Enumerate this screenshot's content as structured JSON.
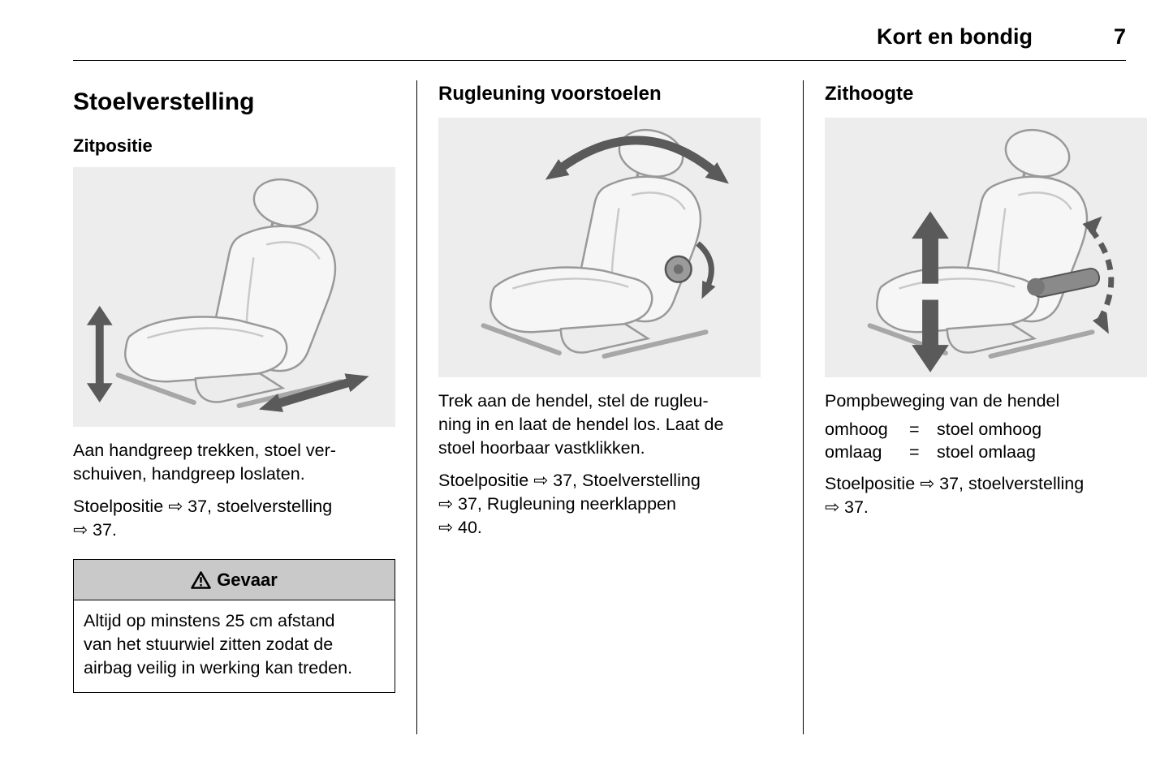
{
  "header": {
    "section_title": "Kort en bondig",
    "page_number": "7"
  },
  "icons": {
    "warning": "warning-triangle-icon",
    "cross_reference_arrow": "⇨"
  },
  "columns": {
    "seat_adjustment": {
      "title": "Stoelverstelling",
      "subtitle": "Zitpositie",
      "figure": "seat-forward-backward-slide-illustration",
      "para1": [
        "Aan handgreep trekken, stoel ver-",
        "schuiven, handgreep loslaten."
      ],
      "para2": [
        "Stoelpositie ⇨ 37, stoelverstelling",
        "⇨ 37."
      ],
      "warning_label": "Gevaar",
      "warning_text": [
        "Altijd op minstens 25 cm afstand",
        "van het stuurwiel zitten zodat de",
        "airbag veilig in werking kan treden."
      ]
    },
    "backrest": {
      "title": "Rugleuning voorstoelen",
      "figure": "backrest-recline-illustration",
      "para1": [
        "Trek aan de hendel, stel de rugleu-",
        "ning in en laat de hendel los. Laat de",
        "stoel hoorbaar vastklikken."
      ],
      "para2": [
        "Stoelpositie ⇨ 37, Stoelverstelling",
        "⇨ 37, Rugleuning neerklappen",
        "⇨ 40."
      ]
    },
    "seat_height": {
      "title": "Zithoogte",
      "figure": "seat-height-pump-illustration",
      "para1": "Pompbeweging van de hendel",
      "table": [
        {
          "key": "omhoog",
          "eq": "=",
          "value": "stoel omhoog"
        },
        {
          "key": "omlaag",
          "eq": "=",
          "value": "stoel omlaag"
        }
      ],
      "para2": [
        "Stoelpositie ⇨ 37, stoelverstelling",
        "⇨ 37."
      ]
    }
  }
}
